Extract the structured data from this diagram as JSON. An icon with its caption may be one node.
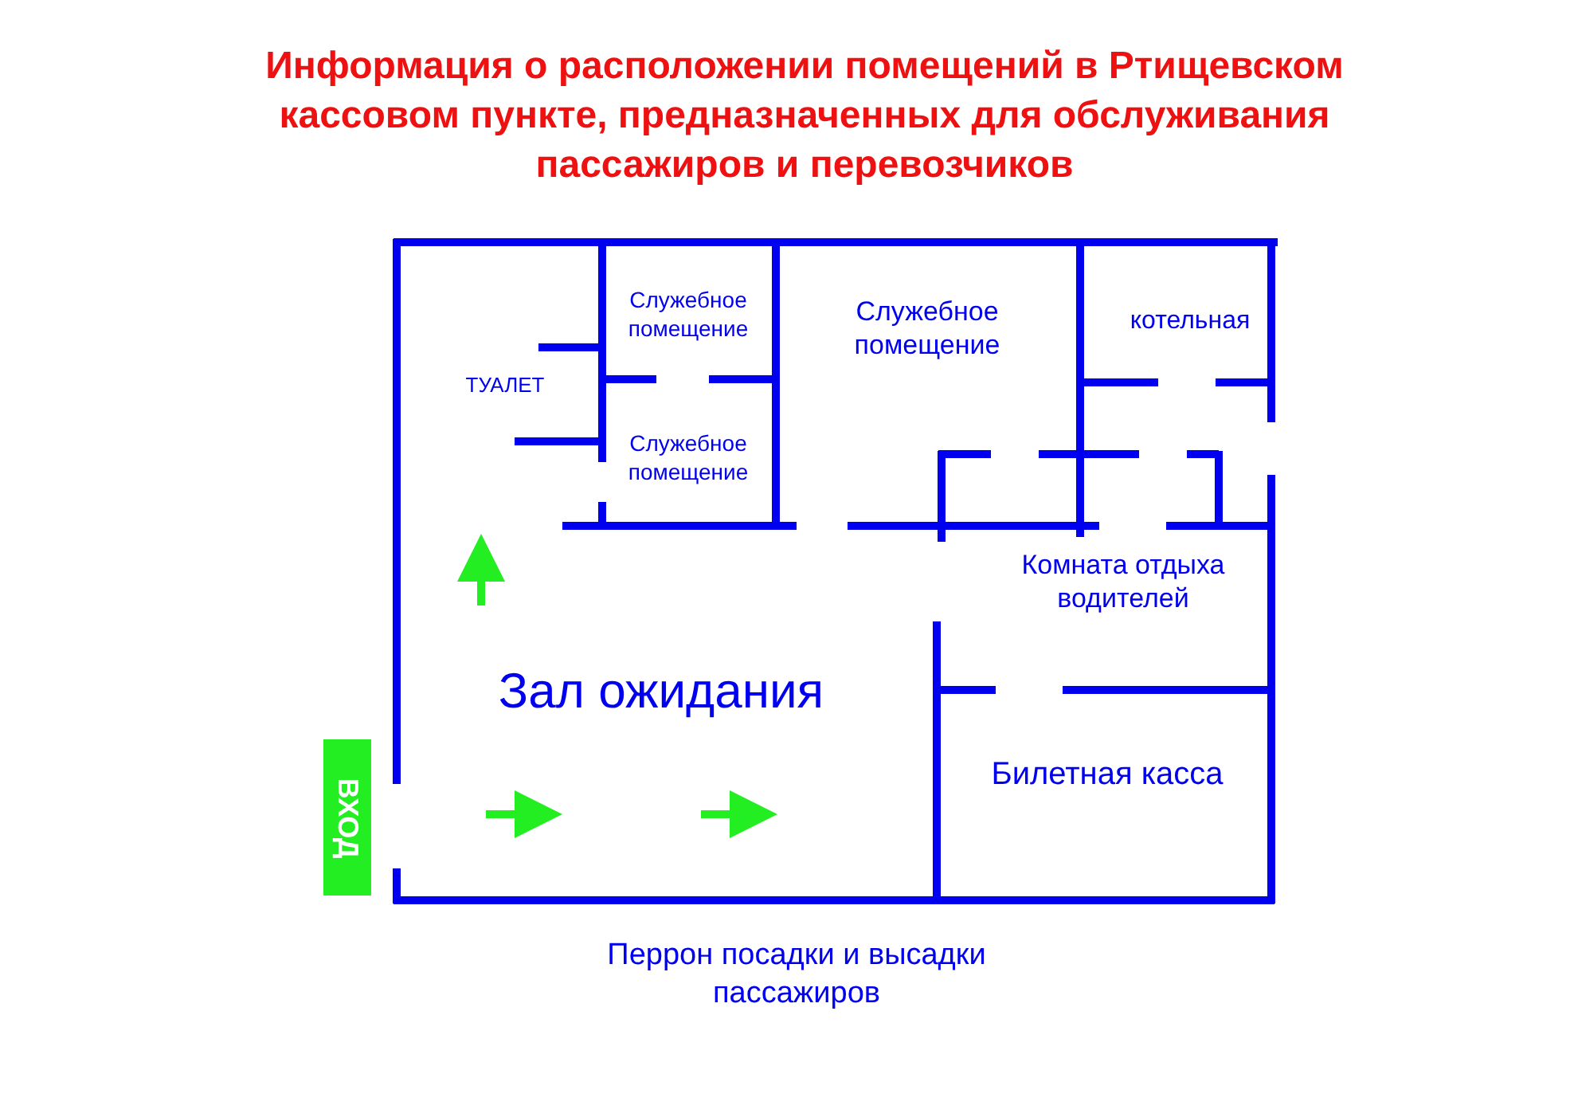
{
  "diagram": {
    "title": "Информация о расположении помещений в Ртищевском кассовом пункте, предназначенных для обслуживания пассажиров и перевозчиков",
    "nodes": [
      {
        "text": [
          "ВХОД"
        ]
      }
    ],
    "labels": [
      "Служебное помещение",
      "ТУАЛЕТ",
      "Служебное помещение",
      "Служебное помещение",
      "котельная",
      "Комната отдыха водителей",
      "Зал ожидания",
      "Билетная касса",
      "Перрон посадки и высадки пассажиров"
    ]
  }
}
